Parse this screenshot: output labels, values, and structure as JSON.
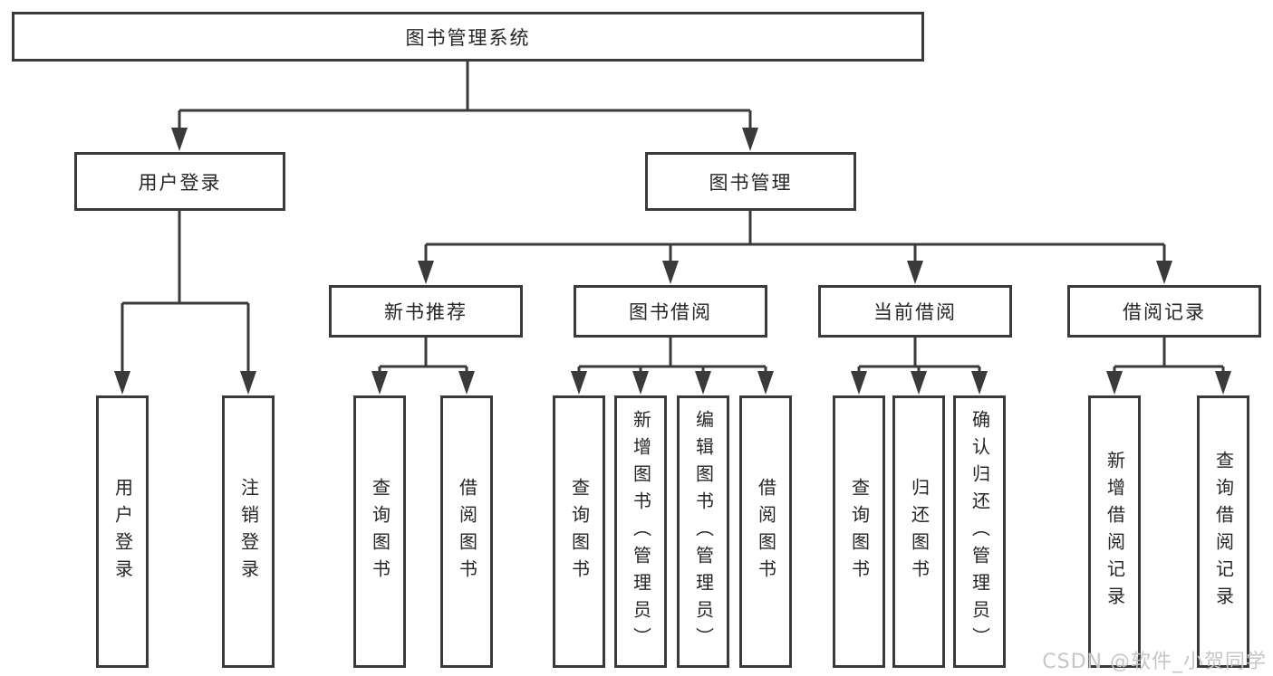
{
  "tree": {
    "label": "图书管理系统",
    "children": [
      {
        "label": "用户登录",
        "children": [
          {
            "label": "用户登录"
          },
          {
            "label": "注销登录"
          }
        ]
      },
      {
        "label": "图书管理",
        "children": [
          {
            "label": "新书推荐",
            "children": [
              {
                "label": "查询图书"
              },
              {
                "label": "借阅图书"
              }
            ]
          },
          {
            "label": "图书借阅",
            "children": [
              {
                "label": "查询图书"
              },
              {
                "label": "新增图书（管理员）"
              },
              {
                "label": "编辑图书（管理员）"
              },
              {
                "label": "借阅图书"
              }
            ]
          },
          {
            "label": "当前借阅",
            "children": [
              {
                "label": "查询图书"
              },
              {
                "label": "归还图书"
              },
              {
                "label": "确认归还（管理员）"
              }
            ]
          },
          {
            "label": "借阅记录",
            "children": [
              {
                "label": "新增借阅记录"
              },
              {
                "label": "查询借阅记录"
              }
            ]
          }
        ]
      }
    ]
  },
  "watermark": {
    "text": "CSDN @软件_小贺同学"
  },
  "colors": {
    "line": "#3a3a3a",
    "box_border": "#3a3a3a",
    "text": "#262626",
    "background": "#ffffff",
    "watermark": "#c6c6c6"
  }
}
